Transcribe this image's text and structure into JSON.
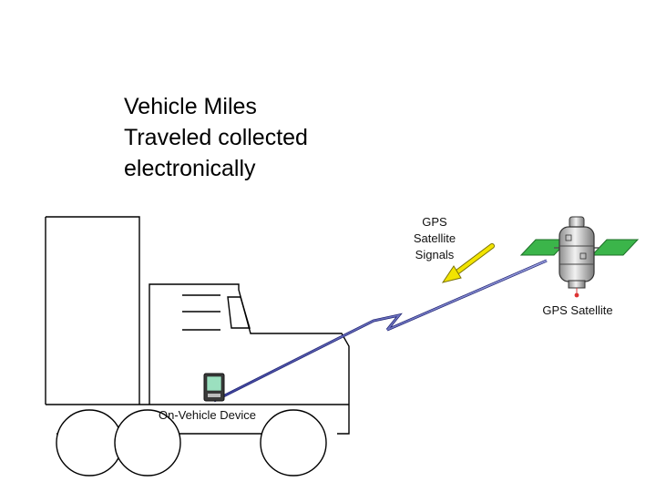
{
  "slide": {
    "title_lines": [
      "Vehicle Miles",
      "Traveled collected",
      "electronically"
    ]
  },
  "labels": {
    "signals_lines": [
      "GPS",
      "Satellite",
      "Signals"
    ],
    "satellite": "GPS Satellite",
    "device": "On-Vehicle Device"
  },
  "colors": {
    "signal_beam": "#8a90d8",
    "signal_arrow": "#f2e400",
    "solar_panel": "#3bb54a",
    "device_screen": "#9be0bf",
    "truck_outline": "#000000"
  },
  "icons": {
    "satellite": "satellite-icon",
    "device": "handheld-device-icon",
    "truck": "truck-icon"
  }
}
